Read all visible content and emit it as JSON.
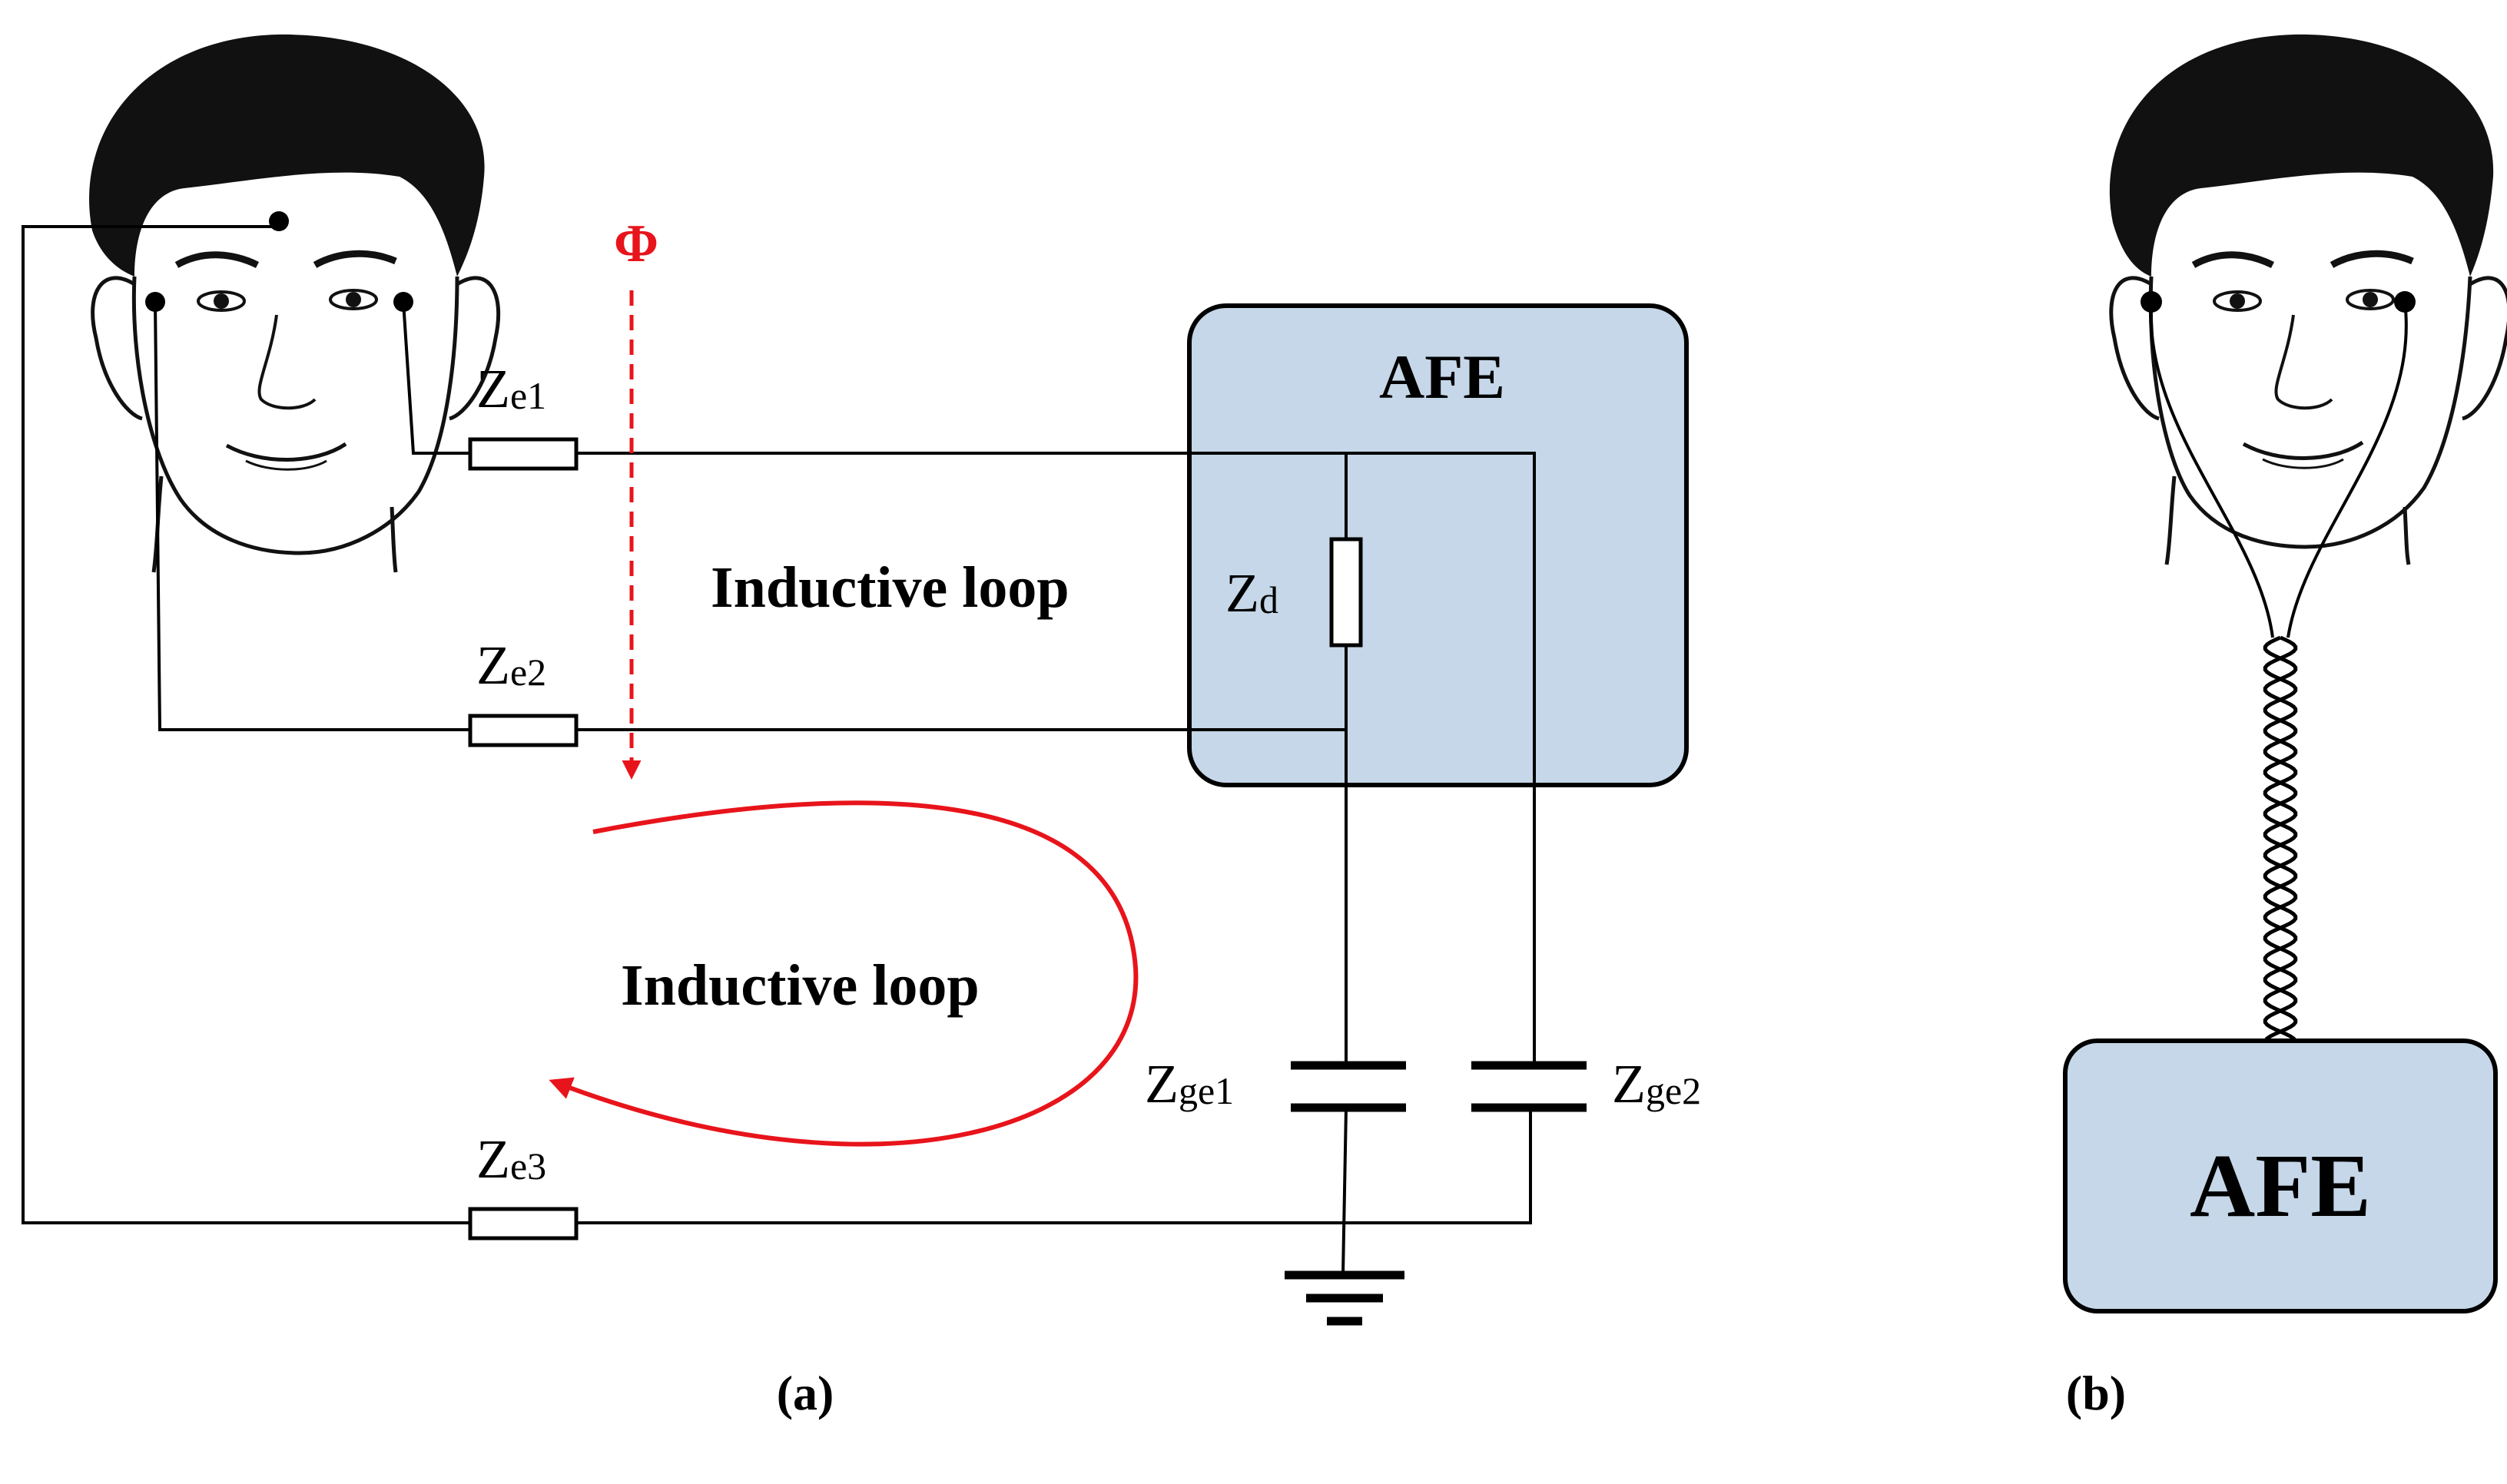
{
  "panel_a": {
    "caption": "(a)",
    "flux_symbol": "Φ",
    "afe_label": "AFE",
    "inner_loop_label": "Inductive loop",
    "outer_loop_label": "Inductive loop",
    "impedances": {
      "ze1": {
        "main": "Z",
        "sub": "e1"
      },
      "ze2": {
        "main": "Z",
        "sub": "e2"
      },
      "ze3": {
        "main": "Z",
        "sub": "e3"
      },
      "zd": {
        "main": "Z",
        "sub": "d"
      },
      "zge1": {
        "main": "Z",
        "sub": "ge1"
      },
      "zge2": {
        "main": "Z",
        "sub": "ge2"
      }
    }
  },
  "panel_b": {
    "caption": "(b)",
    "afe_label": "AFE"
  },
  "colors": {
    "afe_fill": "#c5d7e8",
    "flux_red": "#e8141b",
    "line": "#000000"
  }
}
